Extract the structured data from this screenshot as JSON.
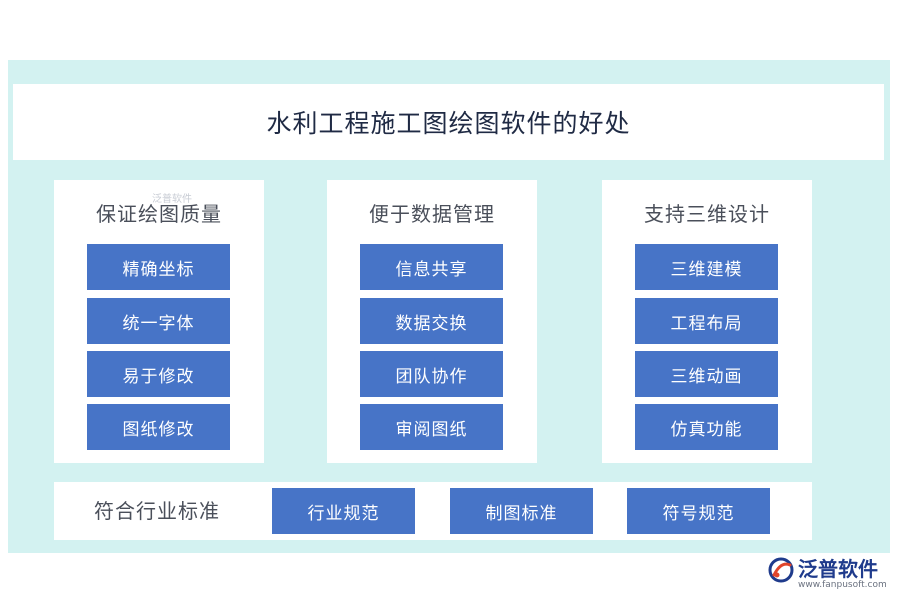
{
  "title": "水利工程施工图绘图软件的好处",
  "panels": [
    {
      "title": "保证绘图质量",
      "items": [
        "精确坐标",
        "统一字体",
        "易于修改",
        "图纸修改"
      ]
    },
    {
      "title": "便于数据管理",
      "items": [
        "信息共享",
        "数据交换",
        "团队协作",
        "审阅图纸"
      ]
    },
    {
      "title": "支持三维设计",
      "items": [
        "三维建模",
        "工程布局",
        "三维动画",
        "仿真功能"
      ]
    }
  ],
  "bottom": {
    "label": "符合行业标准",
    "items": [
      "行业规范",
      "制图标准",
      "符号规范"
    ]
  },
  "watermark": "泛普软件",
  "logo": {
    "name": "泛普软件",
    "url": "www.fanpusoft.com"
  },
  "colors": {
    "background": "#d3f2f1",
    "chip": "#4774c7",
    "title": "#1f2a44",
    "logo": "#1f3b8c"
  }
}
